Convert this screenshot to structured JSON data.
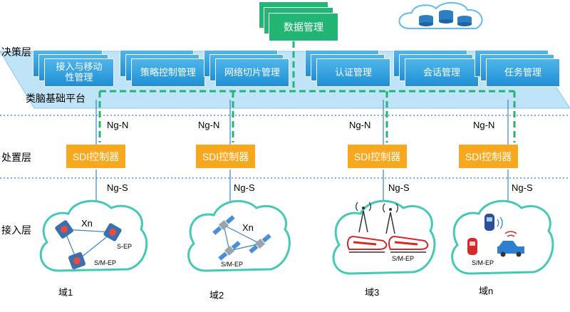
{
  "layers": {
    "decision": "决策层",
    "handling": "处置层",
    "access": "接入层"
  },
  "platform": "类脑基础平台",
  "data_mgmt": "数据管理",
  "modules": [
    "接入与移动性管理",
    "策略控制管理",
    "网络切片管理",
    "认证管理",
    "会话管理",
    "任务管理"
  ],
  "sdi": "SDI控制器",
  "ng_n": "Ng-N",
  "ng_s": "Ng-S",
  "domains": [
    {
      "label": "域1",
      "xn": "Xn",
      "sep": "S-EP",
      "smep": "S/M-EP"
    },
    {
      "label": "域2",
      "xn": "Xn",
      "smep": "S/M-EP"
    },
    {
      "label": "域3",
      "smep": "S/M-EP"
    },
    {
      "label": "域n",
      "smep": "S/M-EP"
    }
  ]
}
